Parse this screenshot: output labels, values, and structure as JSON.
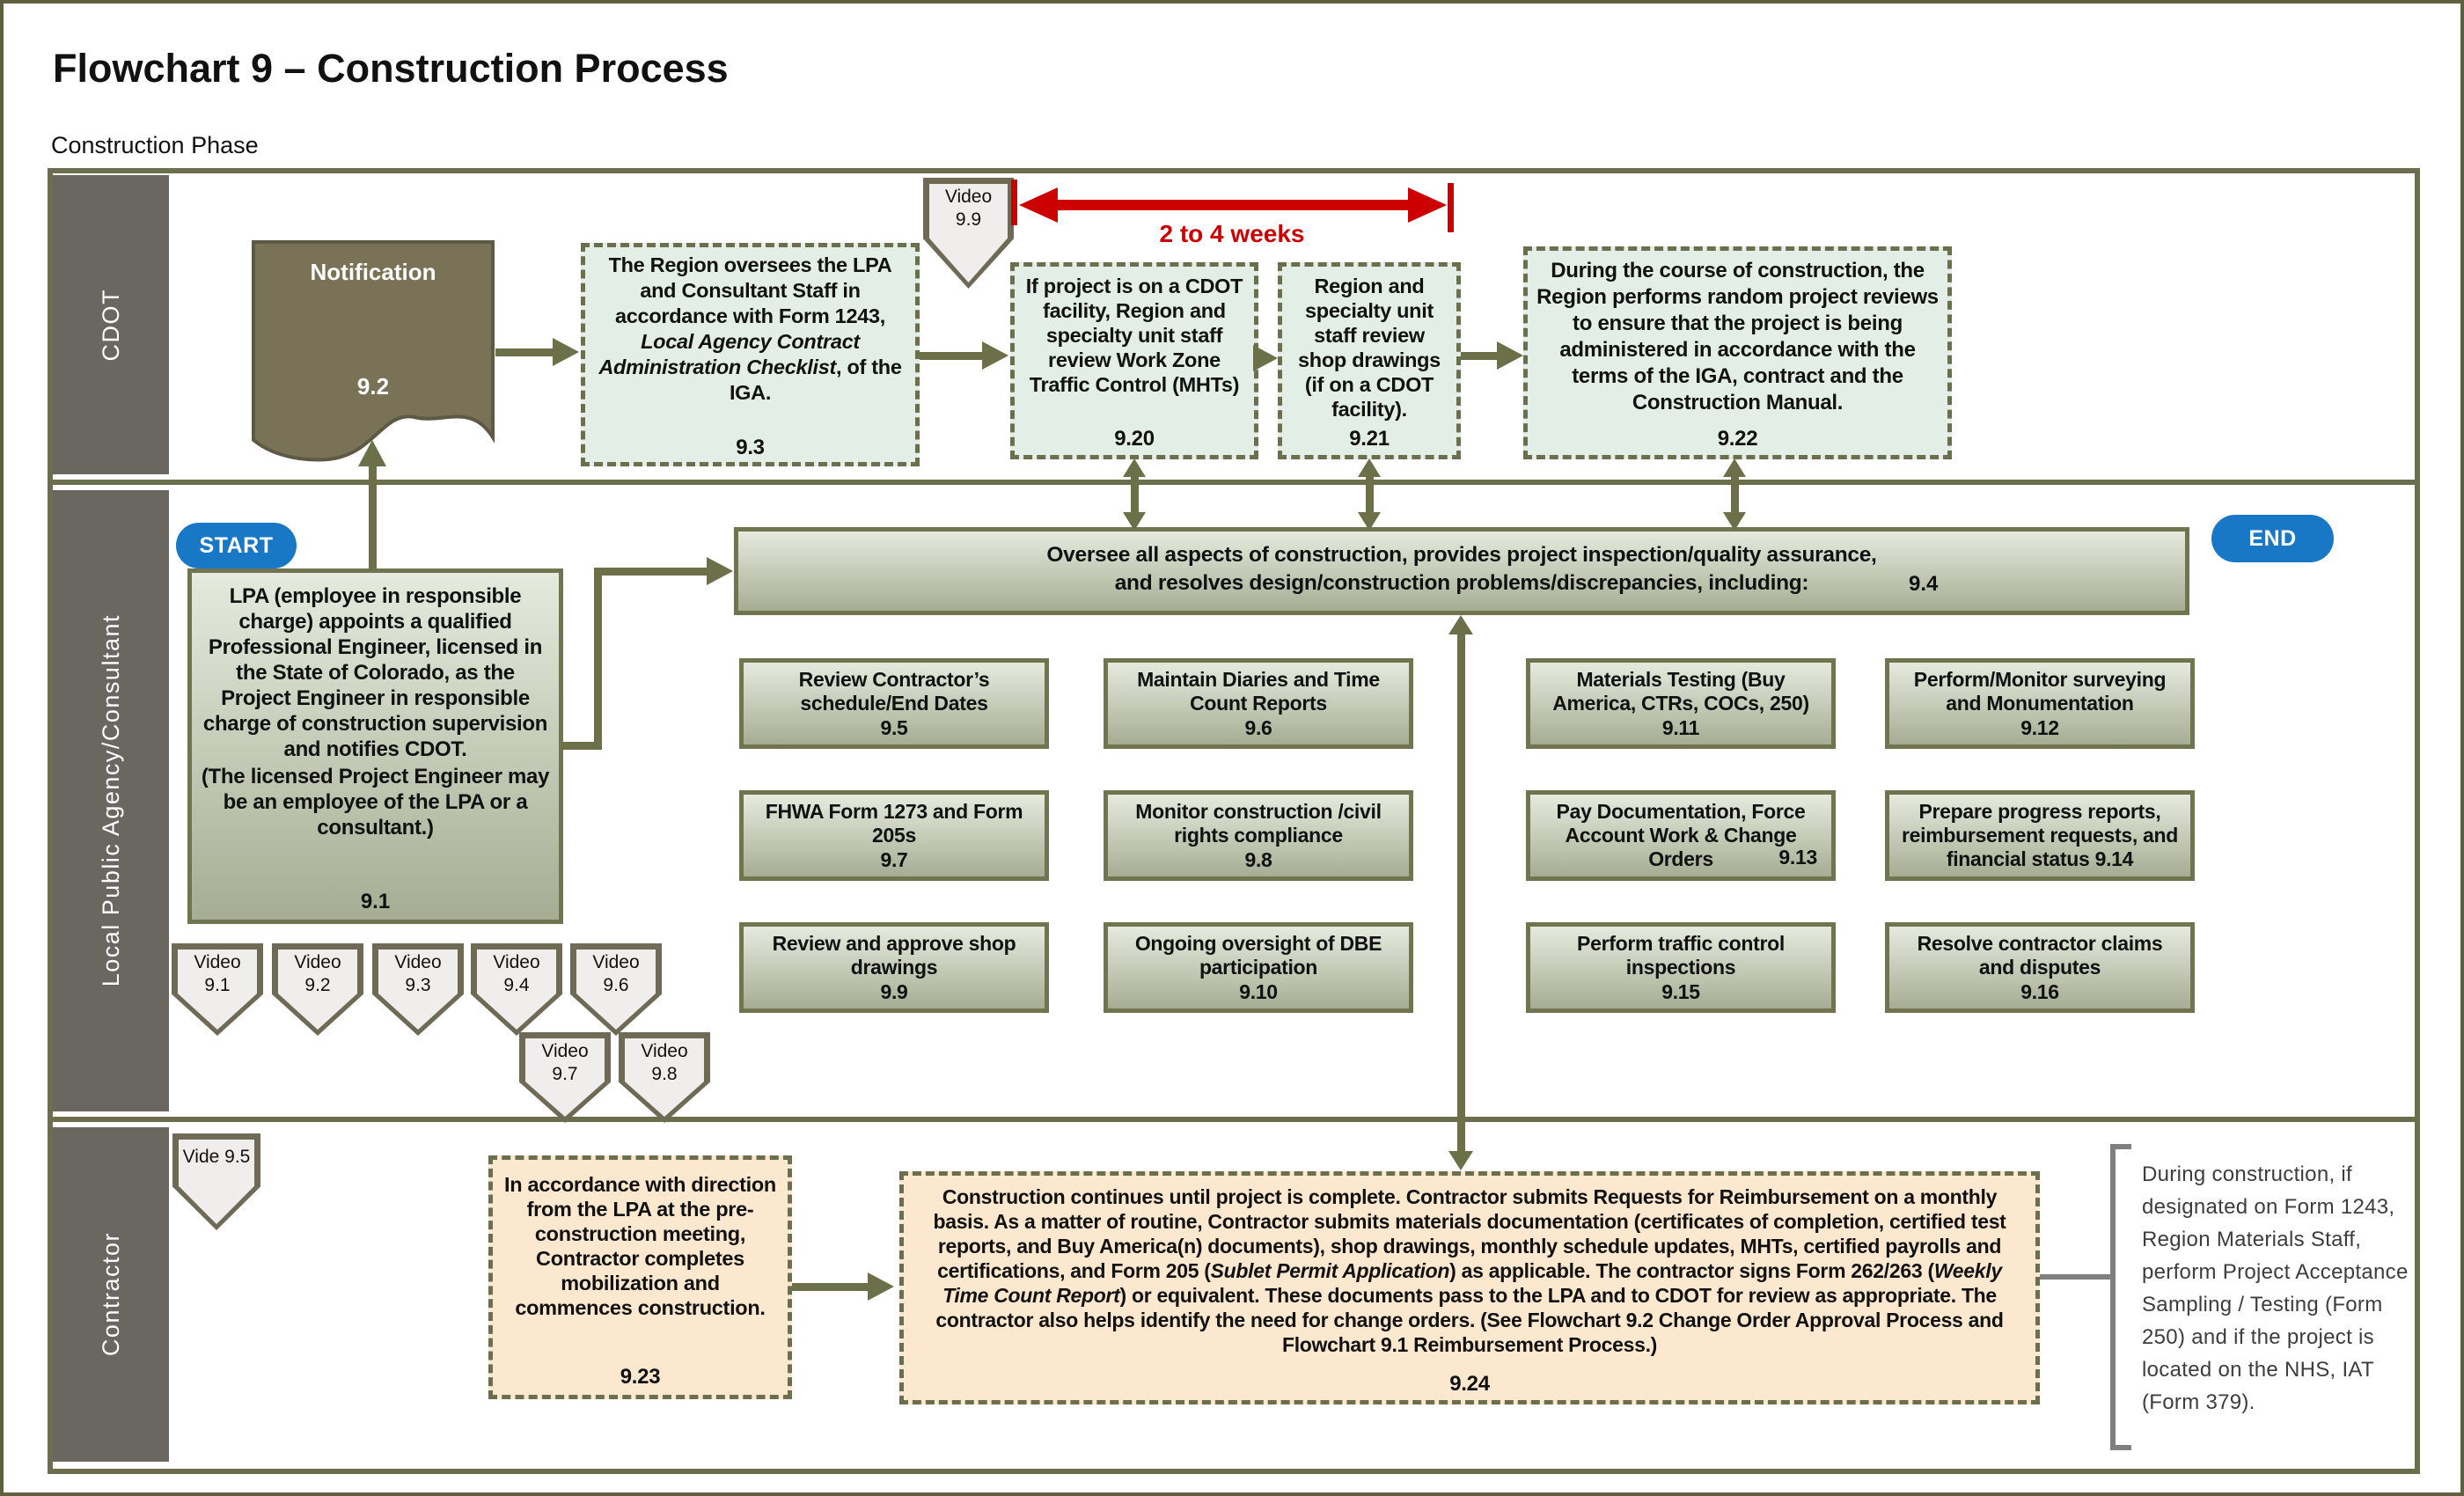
{
  "title": "Flowchart 9 – Construction Process",
  "subtitle": "Construction Phase",
  "colors": {
    "olive": "#6c6f4d",
    "lane_gray": "#696760",
    "light_green": "#e3efe6",
    "gradient_green_top": "#e6eade",
    "gradient_green_bottom": "#a7ad93",
    "peach": "#fce8cf",
    "document_brown": "#7a7256",
    "pill_blue": "#1878c5",
    "timeline_red": "#cc0000"
  },
  "lanes": {
    "cdot": "CDOT",
    "lpa": "Local Public Agency/Consultant",
    "contractor": "Contractor"
  },
  "badges": {
    "start": "START",
    "end": "END"
  },
  "timeline": {
    "label": "2 to 4 weeks"
  },
  "videos": {
    "v9_9": {
      "line1": "Video",
      "line2": "9.9"
    },
    "row1": [
      {
        "line1": "Video",
        "line2": "9.1"
      },
      {
        "line1": "Video",
        "line2": "9.2"
      },
      {
        "line1": "Video",
        "line2": "9.3"
      },
      {
        "line1": "Video",
        "line2": "9.4"
      },
      {
        "line1": "Video",
        "line2": "9.6"
      }
    ],
    "row2": [
      {
        "line1": "Video",
        "line2": "9.7"
      },
      {
        "line1": "Video",
        "line2": "9.8"
      }
    ],
    "v9_5": {
      "label": "Vide 9.5"
    }
  },
  "cdot": {
    "notification": {
      "label": "Notification",
      "num": "9.2"
    },
    "oversee_region": {
      "segments": [
        {
          "t": "The Region oversees the LPA and Consultant Staff in accordance with Form 1243, "
        },
        {
          "t": "Local Agency Contract Administration Checklist",
          "i": true
        },
        {
          "t": ", of the IGA."
        }
      ],
      "num": "9.3"
    },
    "work_zone": {
      "text": "If project is on a CDOT facility, Region and specialty unit staff review Work Zone Traffic Control (MHTs)",
      "num": "9.20"
    },
    "shop_drawings": {
      "text": "Region and specialty unit staff  review shop drawings (if on a CDOT facility).",
      "num": "9.21"
    },
    "random_reviews": {
      "text": "During the course of construction, the Region performs random project reviews to ensure that the project is being administered in accordance with the terms of the IGA, contract and the Construction Manual.",
      "num": "9.22"
    }
  },
  "lpa": {
    "appoint": {
      "text1": "LPA (employee in responsible charge) appoints a qualified Professional Engineer, licensed in the State of Colorado, as the Project Engineer in responsible charge of construction supervision and notifies CDOT.",
      "text2": "(The licensed Project Engineer may be an employee of the LPA or a consultant.)",
      "num": "9.1"
    },
    "oversee": {
      "line1": "Oversee all aspects of construction, provides project  inspection/quality assurance,",
      "line2": "and resolves design/construction problems/discrepancies, including:",
      "num": "9.4"
    },
    "tasks": [
      {
        "text": "Review Contractor’s schedule/End Dates",
        "num": "9.5"
      },
      {
        "text": "Maintain Diaries and Time Count Reports",
        "num": "9.6"
      },
      {
        "text": "Materials Testing (Buy America, CTRs, COCs, 250)",
        "num": "9.11"
      },
      {
        "text": "Perform/Monitor surveying and Monumentation",
        "num": "9.12"
      },
      {
        "text": "FHWA Form 1273 and Form 205s",
        "num": "9.7"
      },
      {
        "text": "Monitor construction /civil rights compliance",
        "num": "9.8"
      },
      {
        "text": "Pay Documentation, Force Account Work & Change Orders",
        "num": "9.13"
      },
      {
        "text": "Prepare progress reports, reimbursement requests, and financial status",
        "num": "9.14"
      },
      {
        "text": "Review and approve shop drawings",
        "num": "9.9"
      },
      {
        "text": "Ongoing oversight of DBE participation",
        "num": "9.10"
      },
      {
        "text": "Perform traffic control inspections",
        "num": "9.15"
      },
      {
        "text": "Resolve contractor claims and disputes",
        "num": "9.16"
      }
    ]
  },
  "contractor": {
    "mobilization": {
      "text": "In accordance with direction from the LPA at the pre-construction meeting, Contractor completes mobilization and  commences construction.",
      "num": "9.23"
    },
    "construction": {
      "segments": [
        {
          "t": "Construction continues until project is complete. Contractor submits Requests for Reimbursement on a monthly basis.   As a matter of routine, Contractor submits materials documentation (certificates of completion, certified test reports, and Buy America(n) documents), shop drawings, monthly schedule updates, MHTs, certified payrolls and certifications, and Form 205 ("
        },
        {
          "t": "Sublet Permit Application",
          "i": true
        },
        {
          "t": ") as applicable.  The contractor signs Form 262/263 ("
        },
        {
          "t": "Weekly Time Count Report",
          "i": true
        },
        {
          "t": ") or equivalent.  These documents pass to the LPA and to CDOT for review as appropriate.   The contractor also helps identify the need for change orders.  (See Flowchart 9.2 Change Order Approval Process and Flowchart 9.1 Reimbursement Process.)"
        }
      ],
      "num": "9.24"
    },
    "note": "During construction, if designated on Form 1243, Region Materials Staff, perform Project Acceptance Sampling / Testing (Form 250) and if the project is located on the NHS, IAT (Form 379)."
  }
}
